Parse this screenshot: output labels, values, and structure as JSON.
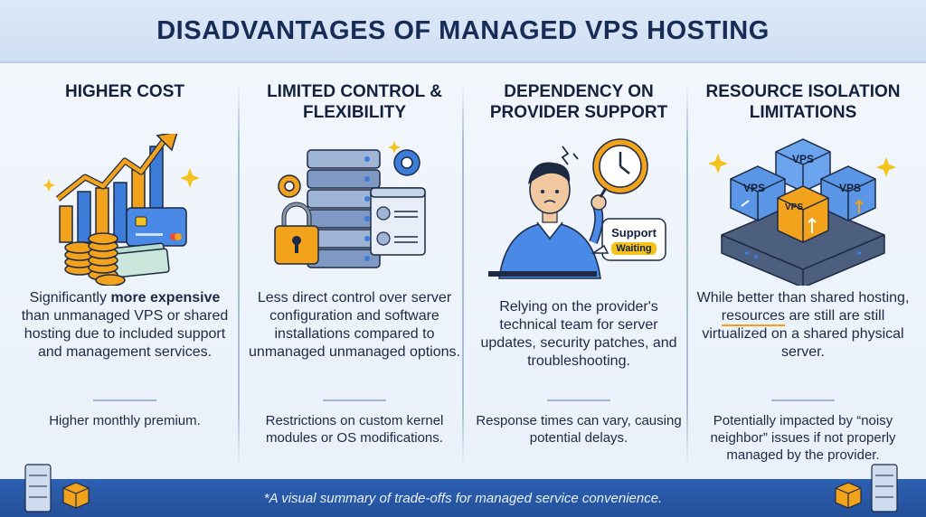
{
  "title": "DISADVANTAGES OF MANAGED VPS HOSTING",
  "columns": [
    {
      "heading": "HIGHER COST",
      "desc_pre": "Significantly ",
      "desc_bold": "more expensive",
      "desc_post": " than unmanaged VPS or shared hosting due to included support and management services.",
      "note": "Higher monthly premium."
    },
    {
      "heading": "LIMITED CONTROL & FLEXIBILITY",
      "desc": "Less direct control over server configuration and software installations compared to unmanaged unmanaged options.",
      "note": "Restrictions on custom kernel modules or OS modifications."
    },
    {
      "heading": "DEPENDENCY ON PROVIDER SUPPORT",
      "desc": "Relying on the provider's technical team for server updates, security patches, and troubleshooting.",
      "note": "Response times can vary, causing potential delays.",
      "bubble_title": "Support",
      "bubble_status": "Waiting"
    },
    {
      "heading": "RESOURCE ISOLATION LIMITATIONS",
      "desc_pre": "While better than shared hosting, ",
      "desc_accent": "resources",
      "desc_post": " are still are still virtualized on a shared physical server.",
      "note": "Potentially impacted by “noisy neighbor” issues if not properly managed by the provider.",
      "vps_labels": [
        "VPS",
        "VPS",
        "VPS",
        "VPS"
      ]
    }
  ],
  "footer": "*A visual summary of trade-offs for managed service convenience.",
  "colors": {
    "title": "#172c57",
    "footer_bg": "#2d61b3",
    "accent_orange": "#f0a019",
    "accent_blue": "#3b7dd8"
  }
}
